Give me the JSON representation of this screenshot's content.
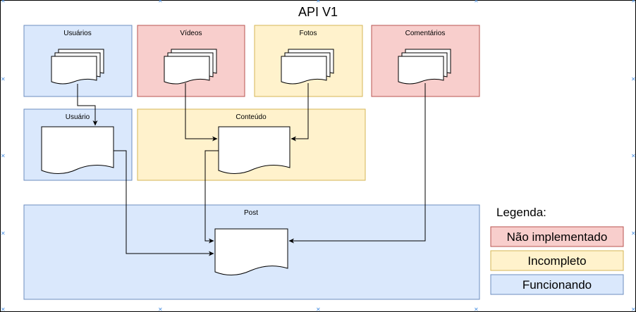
{
  "diagram": {
    "title": "API V1",
    "containers": {
      "usuarios": "Usuários",
      "videos": "Vídeos",
      "fotos": "Fotos",
      "comentarios": "Comentários",
      "usuario": "Usuário",
      "conteudo": "Conteúdo",
      "post": "Post"
    },
    "legend": {
      "title": "Legenda:",
      "items": [
        {
          "label": "Não implementado",
          "color": "#f8cecc",
          "border": "#b85450"
        },
        {
          "label": "Incompleto",
          "color": "#fff2cc",
          "border": "#d6b656"
        },
        {
          "label": "Funcionando",
          "color": "#dae8fc",
          "border": "#6c8ebf"
        }
      ]
    },
    "colors": {
      "red_fill": "#f8cecc",
      "red_stroke": "#b85450",
      "yellow_fill": "#fff2cc",
      "yellow_stroke": "#d6b656",
      "blue_fill": "#dae8fc",
      "blue_stroke": "#6c8ebf"
    }
  }
}
